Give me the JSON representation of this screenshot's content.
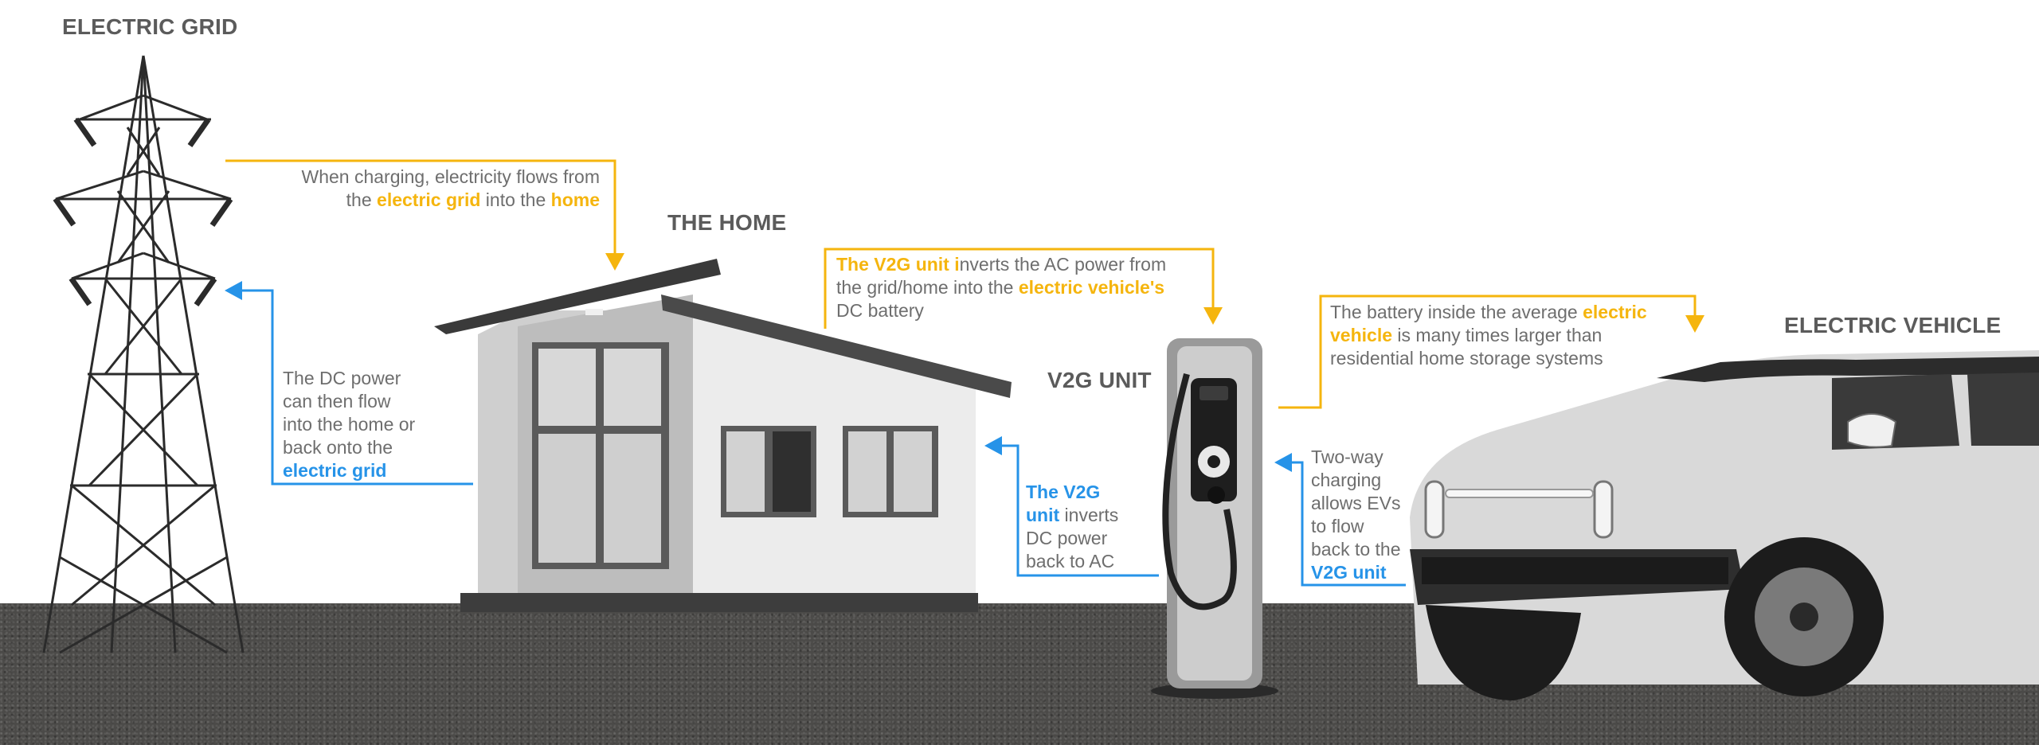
{
  "titles": {
    "grid": "ELECTRIC GRID",
    "home": "THE HOME",
    "v2g": "V2G UNIT",
    "ev": "ELECTRIC VEHICLE"
  },
  "notes": {
    "grid_to_home": {
      "l1": "When charging, electricity flows from",
      "pre": "the ",
      "hl1": "electric grid",
      "mid": " into the ",
      "hl2": "home"
    },
    "home_to_grid": {
      "l1": "The DC power",
      "l2": "can then flow",
      "l3": "into the home or",
      "l4": "back onto the",
      "hl": "electric grid"
    },
    "v2g_inverts": {
      "hl1": "The V2G unit ",
      "hl1b": "i",
      "t1": "nverts the AC power from",
      "t2": "the grid/home into the ",
      "hl2": "electric vehicle's",
      "t3": "DC battery"
    },
    "battery": {
      "t1": "The battery inside the average ",
      "hl1": "electric",
      "hl2": "vehicle",
      "t2": " is many times larger than",
      "t3": "residential home storage systems"
    },
    "v2g_back": {
      "hl1": "The V2G",
      "hl2": "unit",
      "t1": " inverts",
      "t2": "DC power",
      "t3": "back to AC"
    },
    "two_way": {
      "l1": "Two-way",
      "l2": "charging",
      "l3": "allows EVs",
      "l4": "to flow",
      "l5": "back to the",
      "hl": "V2G unit"
    }
  },
  "colors": {
    "yellow": "#f5b50e",
    "blue": "#2693e8",
    "title_gray": "#5b5b5b",
    "ground": "#4b4a48"
  },
  "illustrations": [
    "transmission-tower",
    "house",
    "v2g-charger",
    "electric-suv"
  ]
}
